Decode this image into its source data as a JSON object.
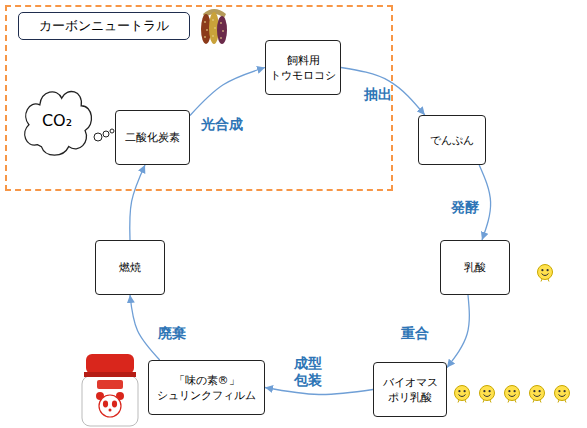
{
  "diagram": {
    "nodes": [
      {
        "text": [
          "カーボンニュートラル"
        ]
      },
      {
        "text": [
          "CO₂"
        ],
        "in": 0
      },
      {
        "text": [
          "二酸化炭素"
        ],
        "in": 0
      },
      {
        "text": [
          "飼料用 トウモロコシ"
        ],
        "in": 0
      },
      {
        "text": [
          "でんぷん"
        ]
      },
      {
        "text": [
          "乳酸"
        ]
      },
      {
        "text": [
          "バイオマス ポリ乳酸"
        ]
      },
      {
        "text": [
          "「味の素®」 シュリンクフィルム"
        ]
      },
      {
        "text": [
          "燃焼"
        ]
      }
    ],
    "edges": [
      {
        "from": 2,
        "to": 3,
        "arrow": "to",
        "label": "光合成"
      },
      {
        "from": 3,
        "to": 4,
        "arrow": "to",
        "label": "抽出"
      },
      {
        "from": 4,
        "to": 5,
        "arrow": "to",
        "label": "発酵"
      },
      {
        "from": 5,
        "to": 6,
        "arrow": "to",
        "label": "重合"
      },
      {
        "from": 6,
        "to": 7,
        "arrow": "to",
        "label": "成型 包装"
      },
      {
        "from": 7,
        "to": 8,
        "arrow": "to",
        "label": "廃棄"
      },
      {
        "from": 8,
        "to": 2,
        "arrow": "to"
      }
    ]
  }
}
